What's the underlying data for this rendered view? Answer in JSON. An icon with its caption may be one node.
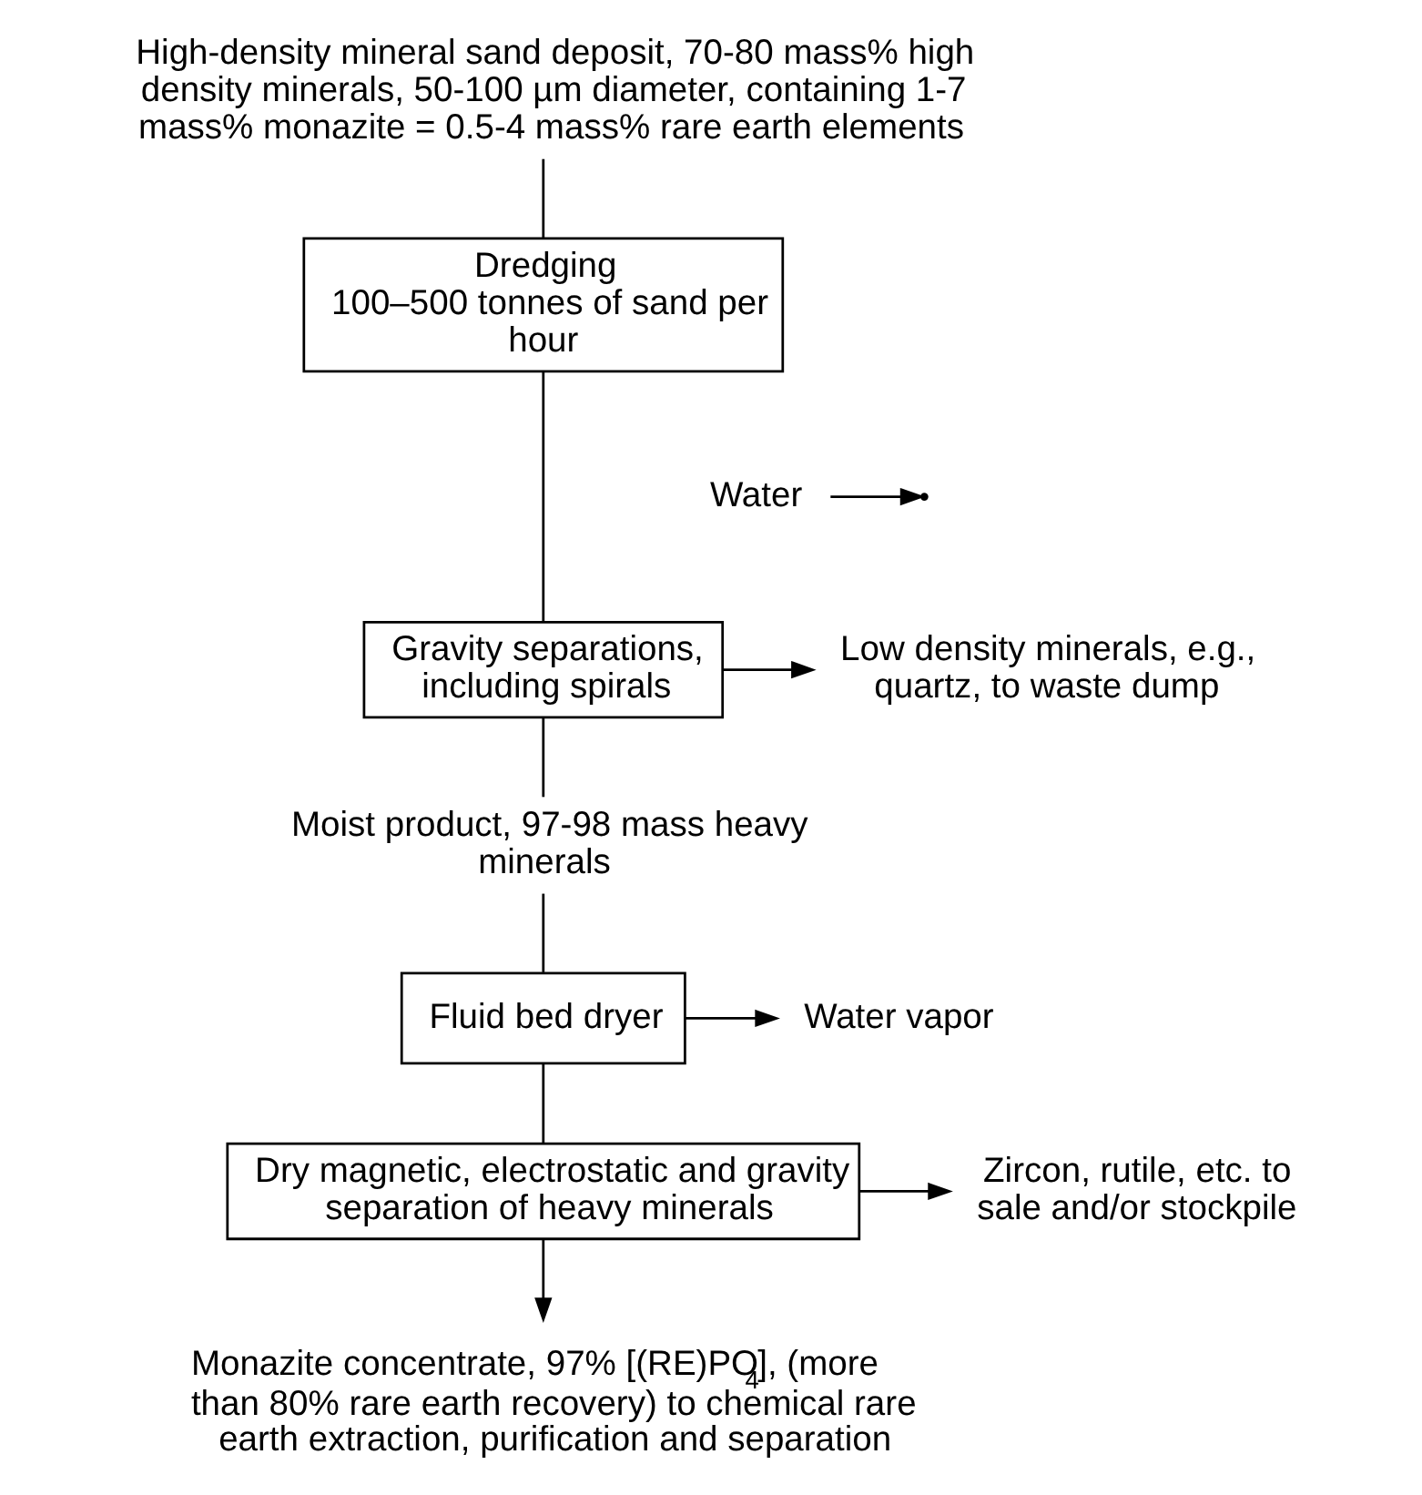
{
  "diagram": {
    "nodes": [
      {
        "text": [
          "High-density mineral sand deposit, 70-80 mass% high density minerals, 50-100 µm diameter, containing 1-7 mass% monazite = 0.5-4 mass% rare earth elements"
        ]
      },
      {
        "text": [
          "Dredging",
          "100–500 tonnes of sand per hour"
        ]
      },
      {
        "text": [
          "Water"
        ]
      },
      {
        "text": [
          "Gravity separations, including spirals"
        ]
      },
      {
        "text": [
          "Low density minerals, e.g., quartz, to waste dump"
        ]
      },
      {
        "text": [
          "Moist product, 97-98 mass heavy minerals"
        ]
      },
      {
        "text": [
          "Fluid bed dryer"
        ]
      },
      {
        "text": [
          "Water vapor"
        ]
      },
      {
        "text": [
          "Dry magnetic, electrostatic and gravity separation of heavy minerals"
        ]
      },
      {
        "text": [
          "Zircon, rutile, etc. to sale and/or stockpile"
        ]
      },
      {
        "text": [
          "Monazite concentrate, 97% [(RE)PO$_{4}$], (more than 80% rare earth recovery) to chemical rare earth extraction, purification and separation"
        ]
      }
    ],
    "edges": [
      {
        "from": 0,
        "to": 1,
        "arrow": "none"
      },
      {
        "from": 1,
        "to": 3,
        "arrow": "none"
      },
      {
        "from": 2,
        "to": null,
        "arrow": "to"
      },
      {
        "from": 3,
        "to": 4,
        "arrow": "to"
      },
      {
        "from": 3,
        "to": 5,
        "arrow": "none"
      },
      {
        "from": 5,
        "to": 6,
        "arrow": "none"
      },
      {
        "from": 6,
        "to": 7,
        "arrow": "to"
      },
      {
        "from": 6,
        "to": 8,
        "arrow": "none"
      },
      {
        "from": 8,
        "to": 9,
        "arrow": "to"
      },
      {
        "from": 8,
        "to": 10,
        "arrow": "to"
      }
    ]
  }
}
